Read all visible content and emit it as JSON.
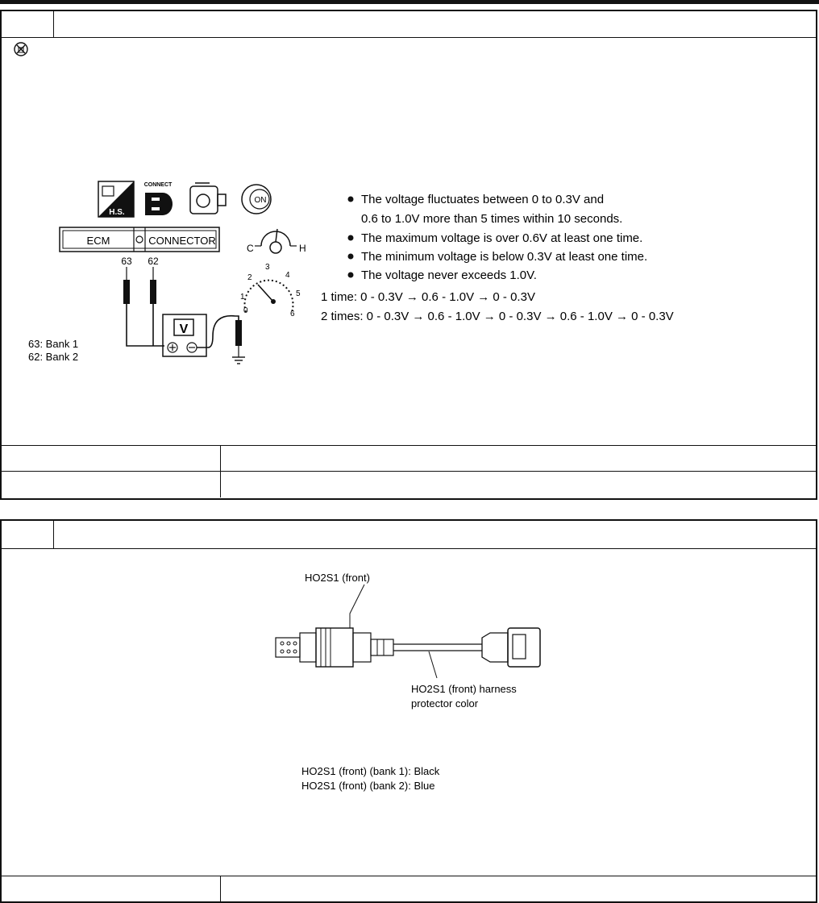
{
  "check1": {
    "step_number": "",
    "title": "",
    "figure": {
      "connector_label_left": "ECM",
      "connector_label_right": "CONNECTOR",
      "connect_text": "CONNECT",
      "hs_text": "H.S.",
      "on_text": "ON",
      "pin_63": "63",
      "pin_62": "62",
      "gauge_c": "C",
      "gauge_h": "H",
      "tach_ticks": [
        "0",
        "1",
        "2",
        "3",
        "4",
        "5",
        "6"
      ],
      "voltmeter": "V",
      "legend": [
        "63: Bank 1",
        "62: Bank 2"
      ],
      "criteria": [
        "The voltage fluctuates between 0 to 0.3V and",
        "0.6 to 1.0V more than 5 times within 10 seconds.",
        "The maximum voltage is over 0.6V at least one time.",
        "The minimum voltage is below 0.3V at least one time.",
        "The voltage never exceeds 1.0V."
      ],
      "time_lines": [
        "1 time: 0 - 0.3V → 0.6 - 1.0V → 0 - 0.3V",
        "2 times: 0 - 0.3V → 0.6 - 1.0V → 0 - 0.3V → 0.6 - 1.0V → 0 - 0.3V"
      ]
    },
    "result_rows": [
      {
        "label": "",
        "action": ""
      },
      {
        "label": "",
        "action": ""
      }
    ]
  },
  "check2": {
    "step_number": "",
    "title": "",
    "figure": {
      "sensor_label": "HO2S1  (front)",
      "harness_label_1": "HO2S1  (front)  harness",
      "harness_label_2": "protector  color",
      "colors": [
        "HO2S1  (front)  (bank  1):  Black",
        "HO2S1  (front)  (bank  2):  Blue"
      ]
    },
    "result_rows": [
      {
        "label": "",
        "action": ""
      }
    ]
  }
}
